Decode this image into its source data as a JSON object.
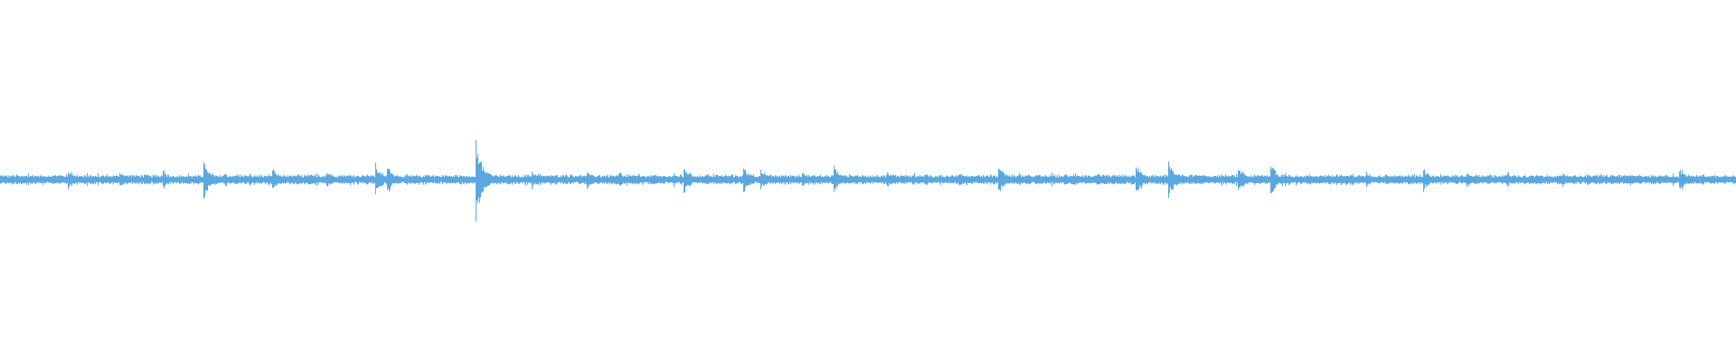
{
  "waveform": {
    "color": "#5ba8e0",
    "background": "#ffffff",
    "baseline_amplitude": 0.025,
    "peak_events": [
      {
        "position": 0.039,
        "amplitude": 0.06
      },
      {
        "position": 0.069,
        "amplitude": 0.05
      },
      {
        "position": 0.094,
        "amplitude": 0.05
      },
      {
        "position": 0.117,
        "amplitude": 0.1
      },
      {
        "position": 0.157,
        "amplitude": 0.06
      },
      {
        "position": 0.188,
        "amplitude": 0.05
      },
      {
        "position": 0.216,
        "amplitude": 0.09
      },
      {
        "position": 0.223,
        "amplitude": 0.08
      },
      {
        "position": 0.274,
        "amplitude": 0.2
      },
      {
        "position": 0.306,
        "amplitude": 0.05
      },
      {
        "position": 0.338,
        "amplitude": 0.05
      },
      {
        "position": 0.357,
        "amplitude": 0.04
      },
      {
        "position": 0.394,
        "amplitude": 0.08
      },
      {
        "position": 0.428,
        "amplitude": 0.07
      },
      {
        "position": 0.438,
        "amplitude": 0.06
      },
      {
        "position": 0.462,
        "amplitude": 0.05
      },
      {
        "position": 0.48,
        "amplitude": 0.07
      },
      {
        "position": 0.511,
        "amplitude": 0.05
      },
      {
        "position": 0.552,
        "amplitude": 0.04
      },
      {
        "position": 0.575,
        "amplitude": 0.08
      },
      {
        "position": 0.618,
        "amplitude": 0.04
      },
      {
        "position": 0.654,
        "amplitude": 0.09
      },
      {
        "position": 0.673,
        "amplitude": 0.1
      },
      {
        "position": 0.713,
        "amplitude": 0.08
      },
      {
        "position": 0.732,
        "amplitude": 0.1
      },
      {
        "position": 0.787,
        "amplitude": 0.04
      },
      {
        "position": 0.82,
        "amplitude": 0.06
      },
      {
        "position": 0.845,
        "amplitude": 0.05
      },
      {
        "position": 0.868,
        "amplitude": 0.04
      },
      {
        "position": 0.9,
        "amplitude": 0.04
      },
      {
        "position": 0.967,
        "amplitude": 0.07
      }
    ]
  }
}
